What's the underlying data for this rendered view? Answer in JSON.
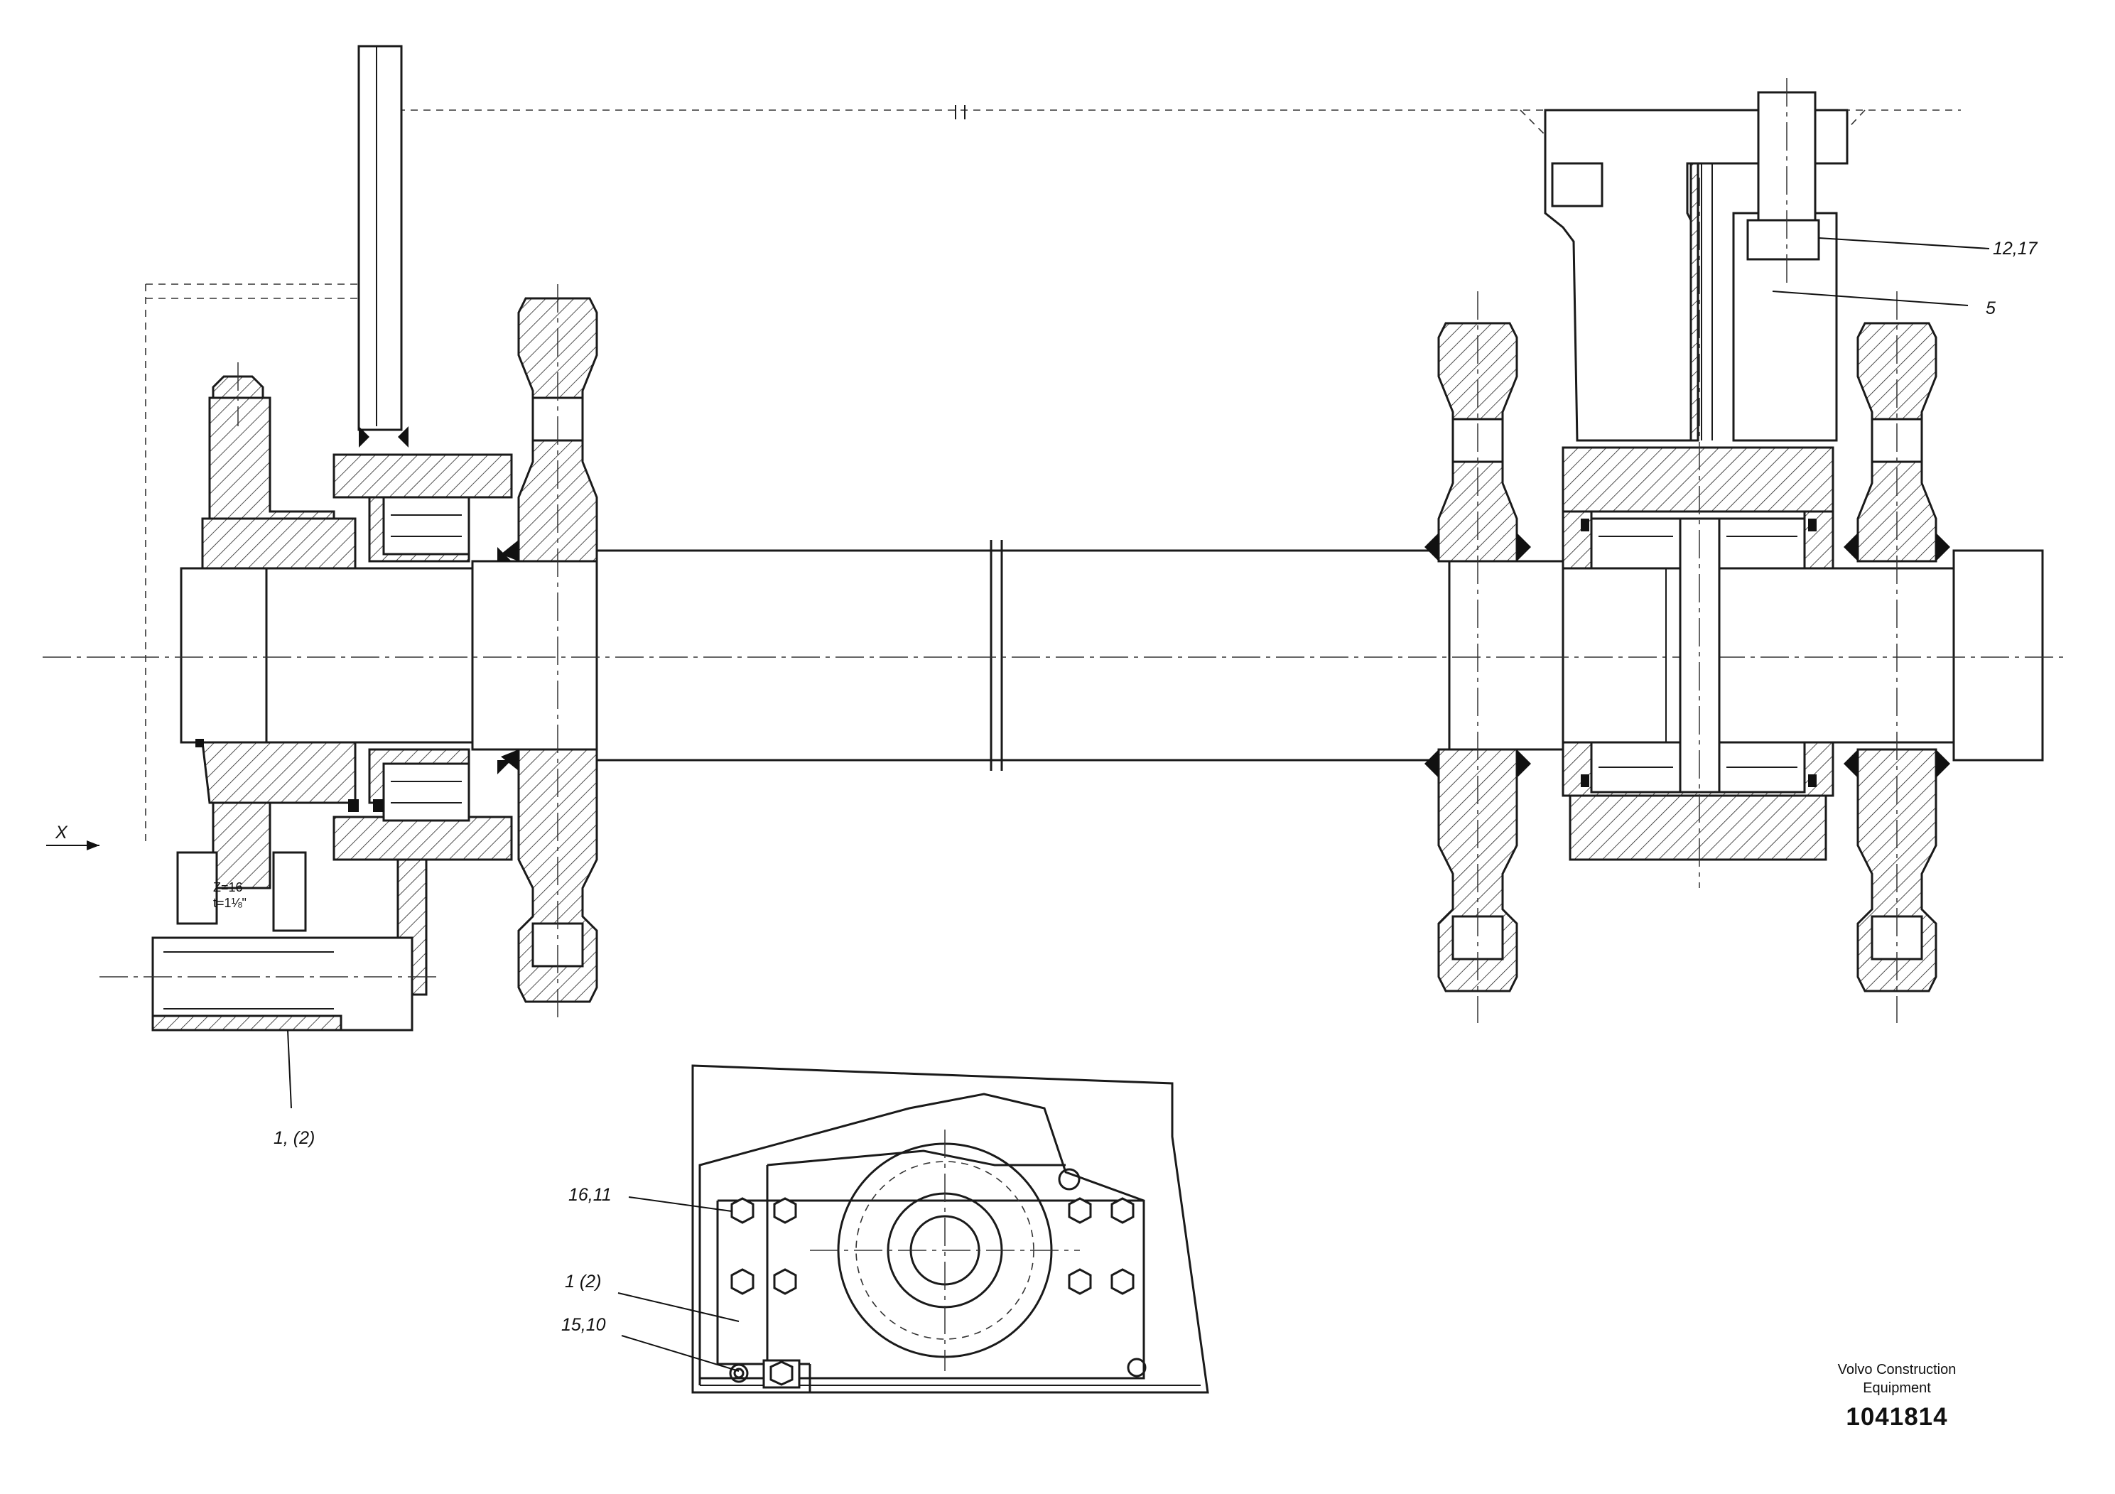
{
  "labels": {
    "x_arrow": "X",
    "callout_12_17": "12,17",
    "callout_5": "5",
    "callout_1_2": "1, (2)",
    "callout_16_11": "16,11",
    "callout_1_2_detail": "1 (2)",
    "callout_15_10": "15,10",
    "gear_z": "Z=16",
    "gear_t": "t=1⅛\""
  },
  "title_block": {
    "company_line1": "Volvo Construction",
    "company_line2": "Equipment",
    "drawing_number": "1041814"
  }
}
